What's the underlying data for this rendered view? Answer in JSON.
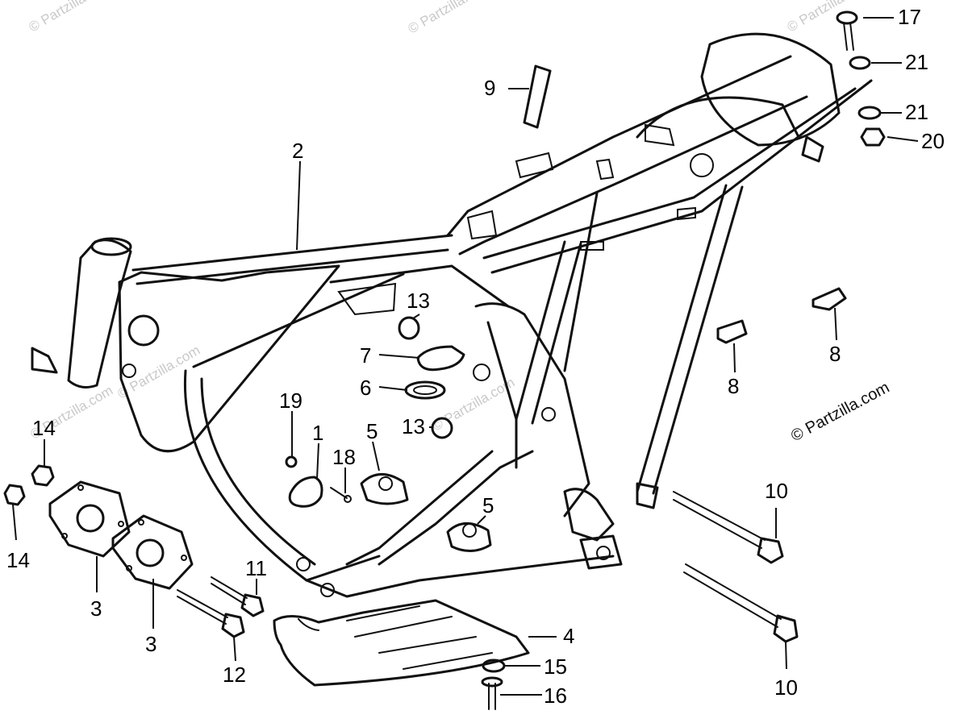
{
  "watermark": {
    "text": "© Partzilla.com",
    "credit": "© Partzilla.com"
  },
  "callouts": [
    {
      "id": "1",
      "label": "1"
    },
    {
      "id": "2",
      "label": "2"
    },
    {
      "id": "3a",
      "label": "3"
    },
    {
      "id": "3b",
      "label": "3"
    },
    {
      "id": "4",
      "label": "4"
    },
    {
      "id": "5a",
      "label": "5"
    },
    {
      "id": "5b",
      "label": "5"
    },
    {
      "id": "6",
      "label": "6"
    },
    {
      "id": "7",
      "label": "7"
    },
    {
      "id": "8a",
      "label": "8"
    },
    {
      "id": "8b",
      "label": "8"
    },
    {
      "id": "9",
      "label": "9"
    },
    {
      "id": "10a",
      "label": "10"
    },
    {
      "id": "10b",
      "label": "10"
    },
    {
      "id": "11",
      "label": "11"
    },
    {
      "id": "12",
      "label": "12"
    },
    {
      "id": "13a",
      "label": "13"
    },
    {
      "id": "13b",
      "label": "13"
    },
    {
      "id": "14a",
      "label": "14"
    },
    {
      "id": "14b",
      "label": "14"
    },
    {
      "id": "15",
      "label": "15"
    },
    {
      "id": "16",
      "label": "16"
    },
    {
      "id": "17",
      "label": "17"
    },
    {
      "id": "18",
      "label": "18"
    },
    {
      "id": "19",
      "label": "19"
    },
    {
      "id": "20",
      "label": "20"
    },
    {
      "id": "21a",
      "label": "21"
    },
    {
      "id": "21b",
      "label": "21"
    }
  ]
}
